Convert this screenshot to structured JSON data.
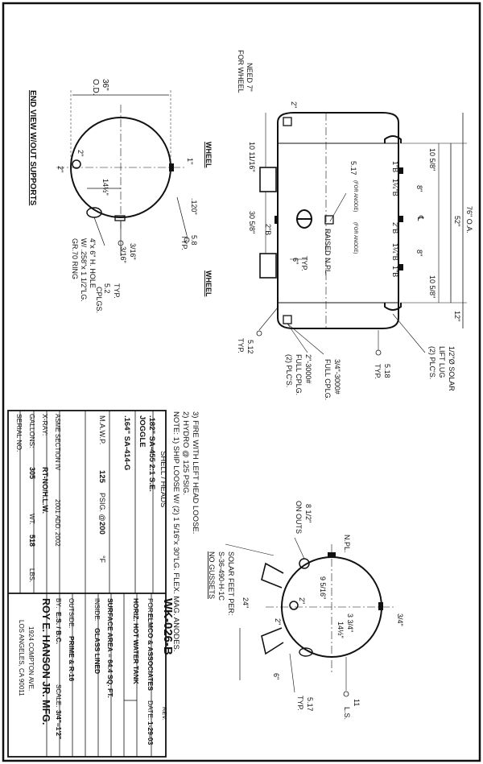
{
  "end_view": {
    "title": "END VIEW W/OUT SUPPORTS",
    "dim_od_value": "36\"",
    "dim_od_label": "O.D.",
    "dim_2_a": "2\"",
    "dim_2_b": "2\"",
    "dim_1": "1\"",
    "dim_14": "14½\"",
    "dim_120": ".120\"",
    "weld_58": "5.8",
    "weld_58_typ": "TYP.",
    "weld_316_a": "3/16\"",
    "weld_316_b": "3/16\"",
    "weld_52": "5.2",
    "weld_52_typ": "TYP.",
    "weld_52_cplgs": "CPLGS.",
    "hole_note_1": "4\"x 6\" H. HOLE",
    "hole_note_2": "W/ .258\"x 1 1/2\"LG.",
    "hole_note_3": "GR.70 RING"
  },
  "side_view": {
    "need_wheel_1": "NEED 7\"",
    "need_wheel_2": "FOR WHEEL",
    "wheel_a": "WHEEL",
    "wheel_b": "WHEEL",
    "dim_2_top": "2\"",
    "dim_10_11": "10 11/16\"",
    "dim_30_58": "30 5/8\"",
    "dim_6": "6\"",
    "dim_6_typ": "TYP.",
    "weld_517": "5.17",
    "weld_512": "5.12",
    "weld_512_typ": "TYP.",
    "raised_npl": "RAISED N.PL.",
    "for_anode_a": "(FOR ANODE)",
    "for_anode_b": "(FOR ANODE)",
    "c1_a": "1\"B",
    "c1_b": "1¼\"B",
    "c2_a": "2\"B",
    "c3_a": "2\"B",
    "c3_b": "1¼\"B",
    "c3_c": "1\"B",
    "dim_8_a": "8\"",
    "dim_8_b": "8\"",
    "dim_10_58_a": "10 5/8\"",
    "dim_10_58_b": "10 5/8\"",
    "centerline": "℄",
    "dim_76": "76\" O.A.",
    "dim_52": "52\"",
    "dim_12": "12\"",
    "solar_1": "1/2\"Ø SOLAR",
    "solar_2": "LIFT LUG",
    "solar_3": "(2) PLC'S.",
    "weld_518": "5.18",
    "weld_518_typ": "TYP.",
    "cplg34_1": "3/4\"-3000#",
    "cplg34_2": "FULL CPLG.",
    "cplg2_1": "2\"-3000#",
    "cplg2_2": "FULL CPLG.",
    "cplg2_3": "(2) PLC'S."
  },
  "support_view": {
    "solar_feet_1": "SOLAR FEET PER:",
    "solar_feet_2": "S-36-490-H-1C",
    "solar_feet_3": "NO GUSSETS",
    "on_outs_1": "8 1/2\"",
    "on_outs_2": "ON OUTS",
    "npl": "N.PL.",
    "dim_3_4": "3/4\"",
    "dim_9_516": "9 5/16\"",
    "dim_3_34": "3 3/4\"",
    "dim_14_12": "14½\"",
    "dim_2": "2\"",
    "dim_2b": "2\"",
    "dim_24": "24\"",
    "dim_6": "6\"",
    "weld_517": "5.17",
    "weld_517_typ": "TYP.",
    "weld_11": "11",
    "ls": "L.S."
  },
  "notes": {
    "line_1": "NOTE: 1) SHIP LOOSE W/ (2) 1 5/16\"x 30\"LG. FLEX. MAG. ANODES.",
    "line_2": "2) HYDRO @ 125 PSIG.",
    "line_3": "3) FIRE WITH LEFT HEAD LOOSE."
  },
  "title_block": {
    "shell_heads": "SHELL  /  HEADS",
    "spec_1": ".182\" SA-455 2:1 S.E.",
    "spec_1b": "JOGGLE",
    "spec_2": ".164\" SA-414-G",
    "mawp_label": "M.A.W.P.",
    "mawp_value": "125",
    "psig_label": "PSIG. @",
    "temp_value": "200",
    "deg_label": "°F",
    "asme_label": "ASME SECTION IV",
    "asme_ed": "2001 ADD. 2002",
    "xray_label": "X-RAY:",
    "xray_value": "RT-NO/H.L.W.",
    "gallons_label": "GALLONS:",
    "gallons_value": "305",
    "wt_label": "WT.",
    "wt_value": "518",
    "lbs_label": "LBS.",
    "serial_label": "SERIAL NO.",
    "drawing_no": "WK-026-B",
    "rev_label": "REV.",
    "for_label": "FOR:",
    "for_value": "ELMCO & ASSOCIATES",
    "date_label": "DATE:",
    "date_value": "1-29-03",
    "desc": "HORIZ. HOT WATER TANK",
    "surface": "SURFACE AREA = 64.4 SQ. FT.",
    "inside_label": "INSIDE:",
    "inside_value": "GLASS LINED",
    "outside_label": "OUTSIDE:",
    "outside_value": "PRIME & R-16",
    "by_label": "BY:",
    "by_value": "E.S. / B.C.",
    "scale_label": "SCALE:",
    "scale_value": "3/4\"=1'2\"",
    "company": "ROY E. HANSON JR. MFG.",
    "address_1": "1924 COMPTON AVE.",
    "address_2": "LOS ANGELES, CA 90011"
  }
}
